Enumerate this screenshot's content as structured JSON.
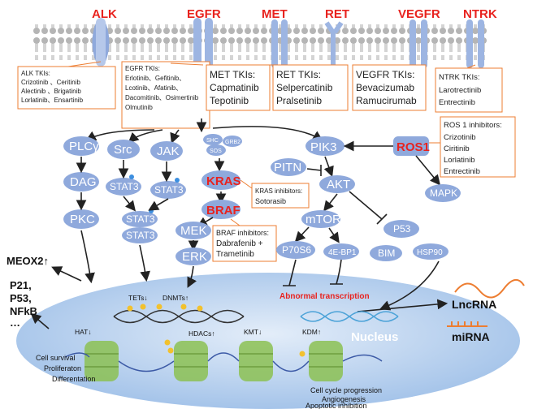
{
  "receptors": {
    "alk": "ALK",
    "egfr": "EGFR",
    "met": "MET",
    "ret": "RET",
    "vegfr": "VEGFR",
    "ntrk": "NTRK"
  },
  "boxes": {
    "alk": {
      "title": "ALK TKIs:",
      "lines": [
        "Crizotinib 、Ceritinib",
        "Alectinib 、Brigatinib",
        "Lorlatinib、Ensartinib"
      ]
    },
    "egfr": {
      "title": "EGFR TKIs:",
      "lines": [
        "Erlotinib、Gefitinib、",
        "Lcotinib、Afatinib、",
        "Dacomitinib、Osimertinib",
        "Olmutinib"
      ]
    },
    "met": {
      "title": "MET TKIs:",
      "lines": [
        "Capmatinib",
        "Tepotinib"
      ]
    },
    "ret": {
      "title": "RET TKIs:",
      "lines": [
        "Selpercatinib",
        "Pralsetinib"
      ]
    },
    "vegfr": {
      "title": "VEGFR TKIs:",
      "lines": [
        "Bevacizumab",
        "Ramucirumab"
      ]
    },
    "ntrk": {
      "title": "NTRK TKIs:",
      "lines": [
        "Larotrectinib",
        "Entrectinib"
      ]
    },
    "ros1": {
      "title": "ROS 1 inhibitors:",
      "lines": [
        "Crizotinib",
        "Ciritinib",
        "Lorlatinib",
        "Entrectinib"
      ]
    },
    "kras": {
      "title": "KRAS inhibitors:",
      "lines": [
        "Sotorasib"
      ]
    },
    "braf": {
      "title": "BRAF inhibitors:",
      "lines": [
        "Dabrafenib +",
        "Trametinib"
      ]
    }
  },
  "nodes": {
    "plcy": "PLCγ",
    "dag": "DAG",
    "pkc": "PKC",
    "src": "Src",
    "jak": "JAK",
    "stat3": "STAT3",
    "shc": "SHC",
    "grb2": "GRB2",
    "sos": "SOS",
    "kras": "KRAS",
    "braf": "BRAF",
    "mek": "MEK",
    "erk": "ERK",
    "pik3": "PIK3",
    "pitn": "PITN",
    "akt": "AKT",
    "mtor": "mTOR",
    "p70s6": "P70S6",
    "ebp1": "4E-BP1",
    "p53": "P53",
    "bim": "BIM",
    "hsp90": "HSP90",
    "ros1": "ROS1",
    "mapk": "MAPK"
  },
  "nucleus": {
    "title": "Nucleus",
    "tets": "TETs↓",
    "dnmts": "DNMTs↑",
    "hat": "HAT↓",
    "hdacs": "HDACs↑",
    "kmt": "KMT↓",
    "kdm": "KDM↑",
    "abnormal": "Abnormal transcription"
  },
  "outcomes": {
    "left": [
      "Cell survival",
      "Proliferaton",
      "Differentation"
    ],
    "right": [
      "Cell cycle progression",
      "Angiogenesis",
      "Apoptotic inhibition"
    ]
  },
  "outside": {
    "meox2": "MEOX2↑",
    "genes": [
      "P21,",
      "P53,",
      "NFkB",
      "…"
    ],
    "lncrna": "LncRNA",
    "mirna": "miRNA"
  }
}
